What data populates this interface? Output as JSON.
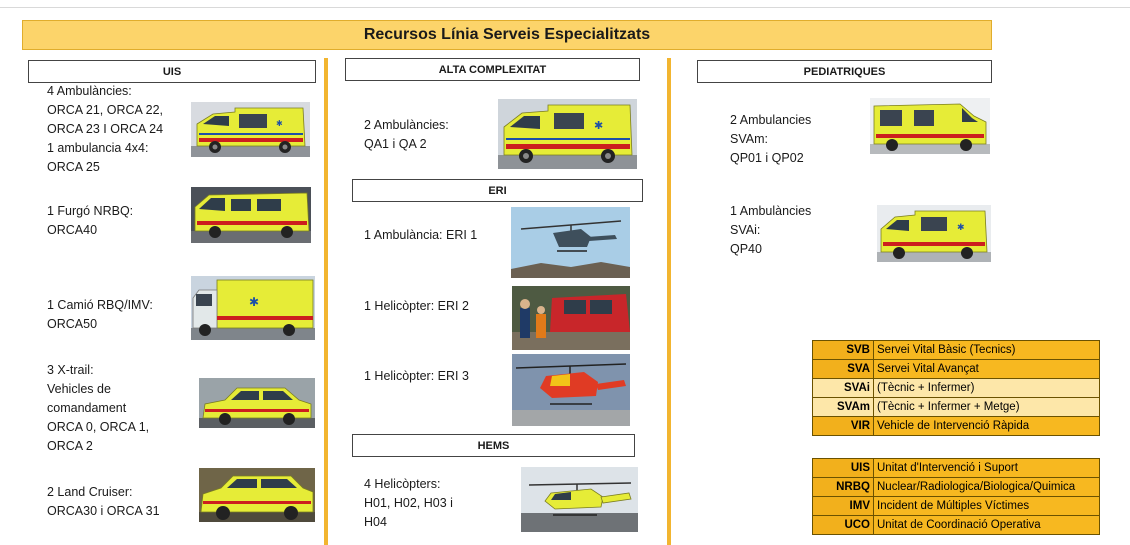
{
  "title": "Recursos Línia Serveis Especialitzats",
  "colors": {
    "title_bg": "#fcd46a",
    "divider": "#f2b530",
    "legend_bg": "#f7b820",
    "legend_light_bg": "#fde7a9",
    "vehicle_yellow": "#e6ec37"
  },
  "sections": {
    "uis": {
      "header": "UIS",
      "items": [
        {
          "lines": [
            "4 Ambulàncies:",
            "ORCA 21, ORCA 22,",
            "ORCA 23 I ORCA 24",
            "1 ambulancia 4x4:",
            "ORCA 25"
          ],
          "image": "ambulance-photo"
        },
        {
          "lines": [
            "1 Furgó NRBQ:",
            "ORCA40"
          ],
          "image": "van-photo"
        },
        {
          "lines": [
            "1 Camió RBQ/IMV:",
            "ORCA50"
          ],
          "image": "truck-photo"
        },
        {
          "lines": [
            "3 X-trail:",
            "Vehicles de",
            "comandament",
            "ORCA 0, ORCA 1,",
            "ORCA 2"
          ],
          "image": "suv-photo"
        },
        {
          "lines": [
            "2 Land Cruiser:",
            "ORCA30 i ORCA 31"
          ],
          "image": "suv-photo"
        }
      ]
    },
    "alta": {
      "header": "ALTA COMPLEXITAT",
      "items": [
        {
          "lines": [
            "2 Ambulàncies:",
            "QA1 i QA 2"
          ],
          "image": "ambulance-photo"
        }
      ]
    },
    "eri": {
      "header": "ERI",
      "items": [
        {
          "lines": [
            "1 Ambulància: ERI 1"
          ],
          "image": "helicopter-photo"
        },
        {
          "lines": [
            "1 Helicòpter: ERI 2"
          ],
          "image": "rescue-scene-photo"
        },
        {
          "lines": [
            "1 Helicòpter: ERI 3"
          ],
          "image": "helicopter-photo"
        }
      ]
    },
    "hems": {
      "header": "HEMS",
      "items": [
        {
          "lines": [
            "4 Helicòpters:",
            "H01, H02, H03 i",
            "H04"
          ],
          "image": "helicopter-photo"
        }
      ]
    },
    "pediatriques": {
      "header": "PEDIATRIQUES",
      "items": [
        {
          "lines": [
            "2 Ambulancies",
            "SVAm:",
            "QP01 i QP02"
          ],
          "image": "ambulance-photo"
        },
        {
          "lines": [
            "1 Ambulàncies",
            "SVAi:",
            "QP40"
          ],
          "image": "ambulance-photo"
        }
      ]
    }
  },
  "legend1": [
    {
      "abbr": "SVB",
      "desc": "Servei Vital Bàsic (Tecnics)"
    },
    {
      "abbr": "SVA",
      "desc": "Servei Vital Avançat"
    },
    {
      "abbr": "SVAi",
      "desc": "(Tècnic + Infermer)"
    },
    {
      "abbr": "SVAm",
      "desc": "(Tècnic + Infermer + Metge)"
    },
    {
      "abbr": "VIR",
      "desc": "Vehicle de Intervenció Ràpida"
    }
  ],
  "legend2": [
    {
      "abbr": "UIS",
      "desc": "Unitat d'Intervenció i Suport"
    },
    {
      "abbr": "NRBQ",
      "desc": "Nuclear/Radiologica/Biologica/Quimica"
    },
    {
      "abbr": "IMV",
      "desc": "Incident de Múltiples Víctimes"
    },
    {
      "abbr": "UCO",
      "desc": "Unitat de Coordinació Operativa"
    }
  ]
}
